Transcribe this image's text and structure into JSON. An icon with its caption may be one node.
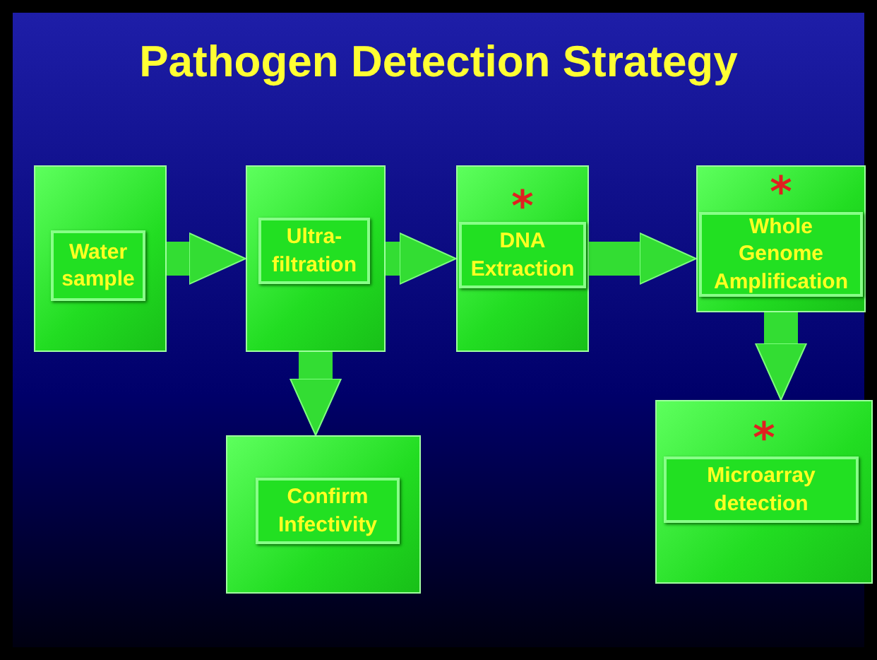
{
  "diagram": {
    "title": "Pathogen Detection Strategy",
    "nodes": [
      {
        "text": [],
        "shape": "box"
      },
      {
        "text": [
          "Water sample"
        ],
        "in": 0
      },
      {
        "text": [],
        "shape": "box"
      },
      {
        "text": [
          "Ultra-filtration"
        ],
        "in": 2
      },
      {
        "text": [
          "*"
        ]
      },
      {
        "text": [
          "DNA Extraction"
        ],
        "in": 4
      },
      {
        "text": [
          "*"
        ]
      },
      {
        "text": [
          "Whole Genome Amplification"
        ],
        "in": 6
      },
      {
        "text": [],
        "shape": "box"
      },
      {
        "text": [
          "Confirm Infectivity"
        ],
        "in": 8
      },
      {
        "text": [
          "*"
        ]
      },
      {
        "text": [
          "Microarray detection"
        ],
        "in": 10
      }
    ],
    "edges": [
      {
        "from": 0,
        "to": 2,
        "arrow": "to"
      },
      {
        "from": 2,
        "to": 4,
        "arrow": "to"
      },
      {
        "from": 4,
        "to": 6,
        "arrow": "to"
      },
      {
        "from": 2,
        "to": 8,
        "arrow": "to"
      },
      {
        "from": 6,
        "to": 10,
        "arrow": "to"
      }
    ]
  }
}
